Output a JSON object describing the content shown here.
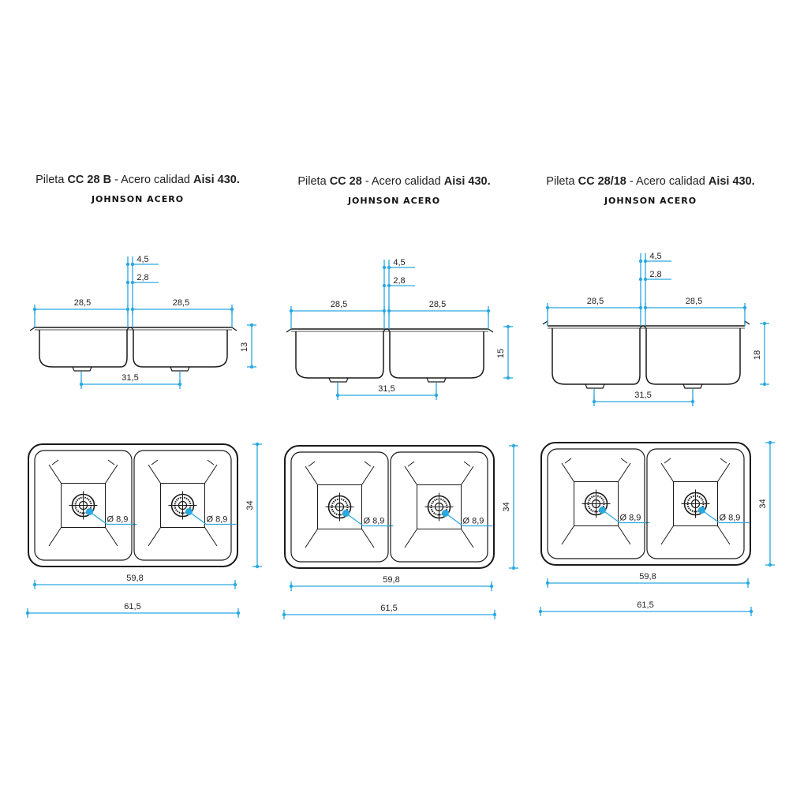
{
  "colors": {
    "dimension": "#2aa8e0",
    "outline": "#1a1a1a"
  },
  "panels": [
    {
      "title_prefix": "Pileta ",
      "model": "CC 28 B",
      "title_mid": " - Acero calidad ",
      "grade": "Aisi 430.",
      "brand": "JOHNSON ACERO",
      "dims": {
        "rim_offset": "4,5",
        "wall": "2,8",
        "left_width": "28,5",
        "right_width": "28,5",
        "depth": "13",
        "drain_spacing": "31,5",
        "drain_diameter": "Ø 8,9",
        "top_height": "34",
        "inner_length": "59,8",
        "outer_length": "61,5"
      }
    },
    {
      "title_prefix": "Pileta ",
      "model": "CC 28",
      "title_mid": " - Acero calidad ",
      "grade": "Aisi 430.",
      "brand": "JOHNSON ACERO",
      "dims": {
        "rim_offset": "4,5",
        "wall": "2,8",
        "left_width": "28,5",
        "right_width": "28,5",
        "depth": "15",
        "drain_spacing": "31,5",
        "drain_diameter": "Ø 8,9",
        "top_height": "34",
        "inner_length": "59,8",
        "outer_length": "61,5"
      }
    },
    {
      "title_prefix": "Pileta ",
      "model": "CC 28/18",
      "title_mid": " - Acero calidad ",
      "grade": "Aisi 430.",
      "brand": "JOHNSON ACERO",
      "dims": {
        "rim_offset": "4,5",
        "wall": "2,8",
        "left_width": "28,5",
        "right_width": "28,5",
        "depth": "18",
        "drain_spacing": "31,5",
        "drain_diameter": "Ø 8,9",
        "top_height": "34",
        "inner_length": "59,8",
        "outer_length": "61,5"
      }
    }
  ]
}
